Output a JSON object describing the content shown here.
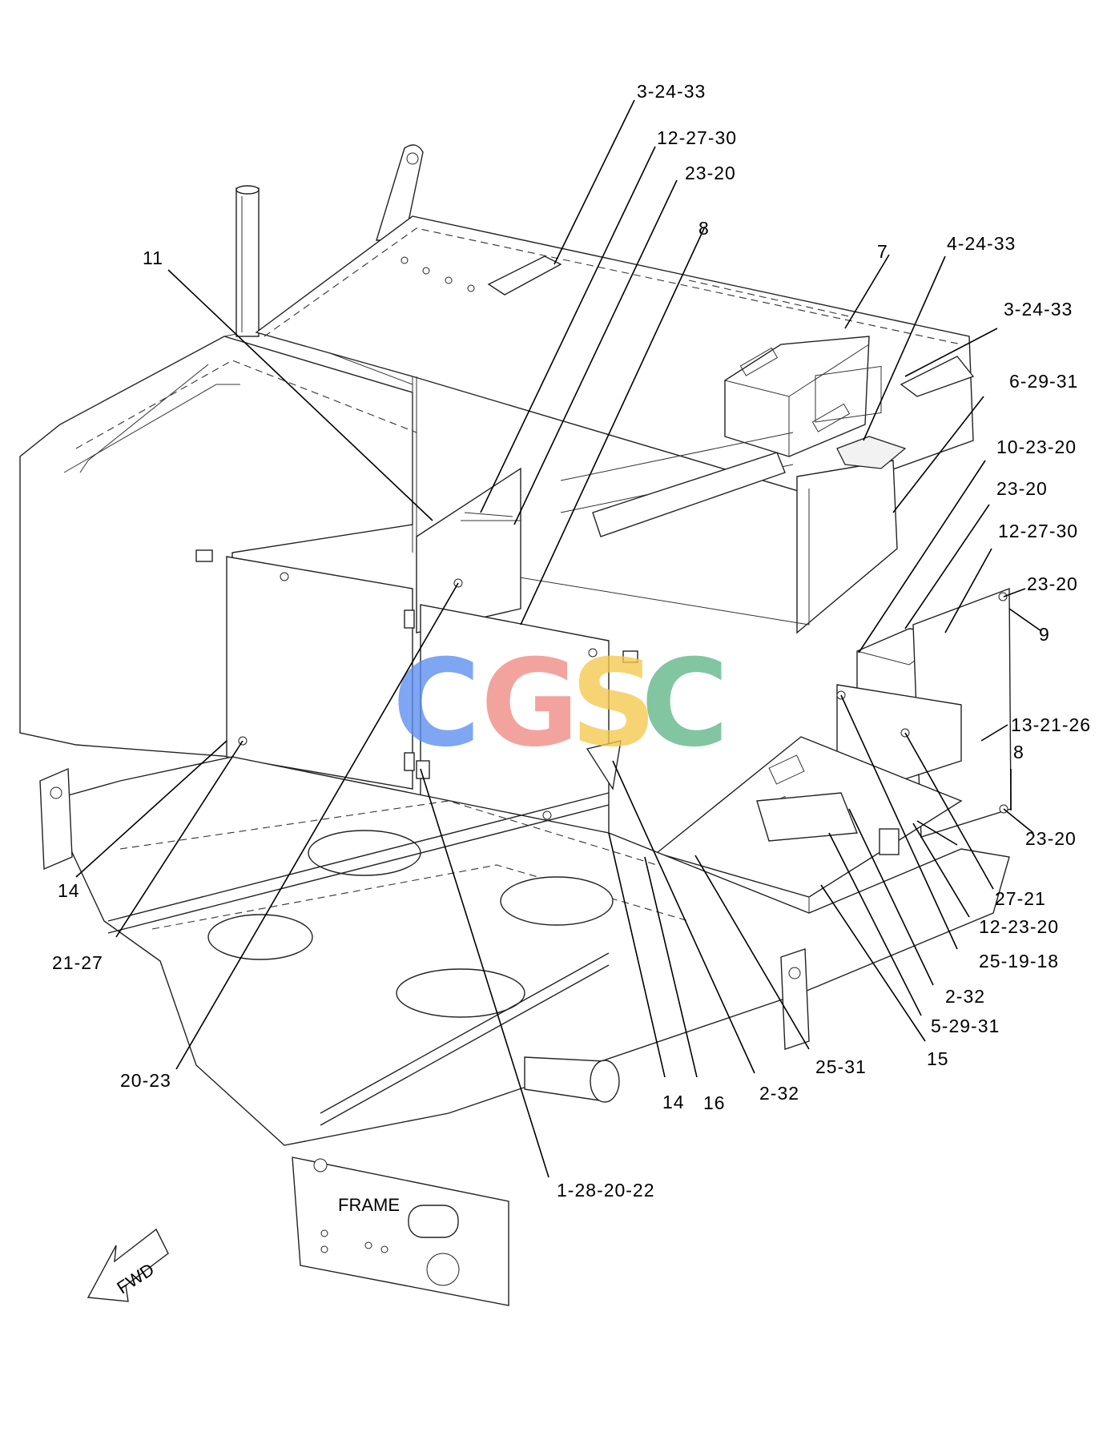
{
  "callouts": [
    {
      "id": "c1",
      "label": "3-24-33"
    },
    {
      "id": "c2",
      "label": "12-27-30"
    },
    {
      "id": "c3",
      "label": "23-20"
    },
    {
      "id": "c4",
      "label": "8"
    },
    {
      "id": "c5",
      "label": "11"
    },
    {
      "id": "c6",
      "label": "7"
    },
    {
      "id": "c7",
      "label": "4-24-33"
    },
    {
      "id": "c8",
      "label": "3-24-33"
    },
    {
      "id": "c9",
      "label": "6-29-31"
    },
    {
      "id": "c10",
      "label": "10-23-20"
    },
    {
      "id": "c11",
      "label": "23-20"
    },
    {
      "id": "c12",
      "label": "12-27-30"
    },
    {
      "id": "c13",
      "label": "23-20"
    },
    {
      "id": "c14",
      "label": "9"
    },
    {
      "id": "c15",
      "label": "13-21-26"
    },
    {
      "id": "c16",
      "label": "8"
    },
    {
      "id": "c17",
      "label": "23-20"
    },
    {
      "id": "c18",
      "label": "27-21"
    },
    {
      "id": "c19",
      "label": "12-23-20"
    },
    {
      "id": "c20",
      "label": "25-19-18"
    },
    {
      "id": "c21",
      "label": "2-32"
    },
    {
      "id": "c22",
      "label": "5-29-31"
    },
    {
      "id": "c23",
      "label": "15"
    },
    {
      "id": "c24",
      "label": "25-31"
    },
    {
      "id": "c25",
      "label": "2-32"
    },
    {
      "id": "c26",
      "label": "16"
    },
    {
      "id": "c27",
      "label": "14"
    },
    {
      "id": "c28",
      "label": "1-28-20-22"
    },
    {
      "id": "c29",
      "label": "20-23"
    },
    {
      "id": "c30",
      "label": "21-27"
    },
    {
      "id": "c31",
      "label": "14"
    }
  ],
  "frame_label": "FRAME",
  "fwd_label": "FWD",
  "watermark": {
    "letters": [
      "C",
      "G",
      "S",
      "C"
    ],
    "colors": [
      "#5b8ef0",
      "#f08a84",
      "#f5c84c",
      "#5fb587"
    ]
  }
}
